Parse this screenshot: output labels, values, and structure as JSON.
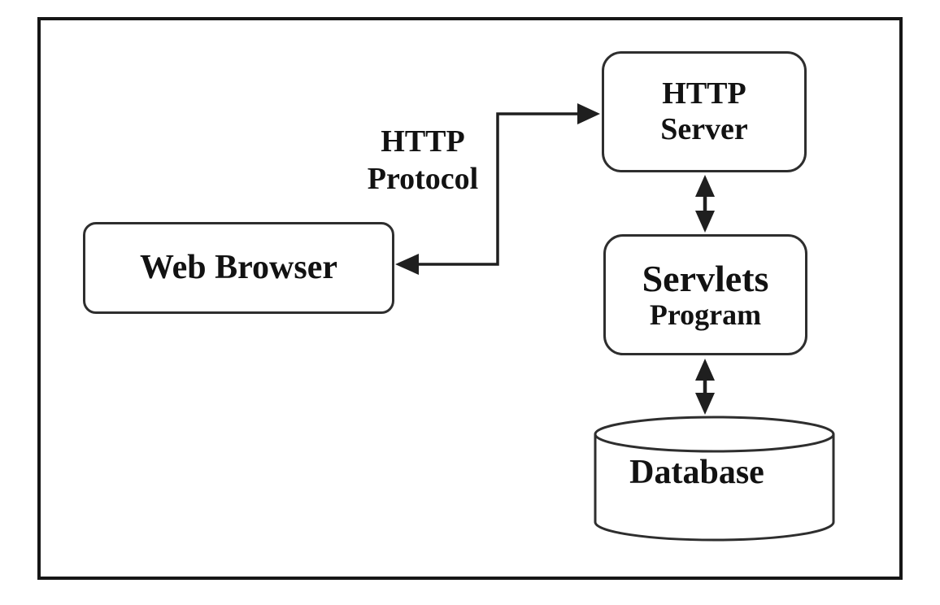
{
  "nodes": {
    "web_browser": {
      "label": "Web Browser"
    },
    "http_server": {
      "line1": "HTTP",
      "line2": "Server"
    },
    "servlets_program": {
      "line1": "Servlets",
      "line2": "Program"
    },
    "database": {
      "label": "Database"
    }
  },
  "connections": {
    "browser_server": {
      "type": "elbow-connector-with-arrowheads-both-ends",
      "label_line1": "HTTP",
      "label_line2": "Protocol"
    },
    "server_servlets": {
      "type": "vertical-double-headed-arrow"
    },
    "servlets_database": {
      "type": "vertical-double-headed-arrow"
    }
  },
  "colors": {
    "background": "#ffffff",
    "frame_border": "#161616",
    "node_border": "#2e2e2e",
    "connector": "#1f1f1f",
    "text": "#121212"
  }
}
